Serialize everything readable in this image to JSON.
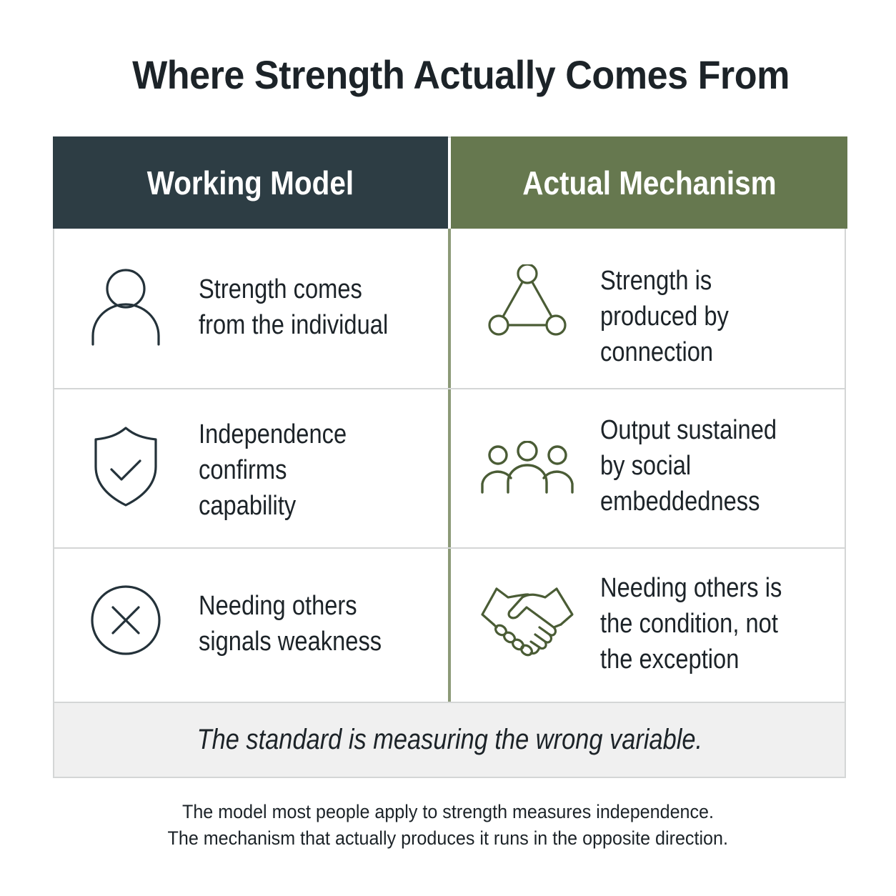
{
  "title": "Where Strength Actually Comes From",
  "colors": {
    "left_header": "#2d3d44",
    "right_header": "#66784f",
    "left_icon": "#24323a",
    "right_icon": "#4a5c35",
    "divider": "#8c9a78",
    "footer_band": "#f0f0f0"
  },
  "columns": {
    "left": {
      "header": "Working Model"
    },
    "right": {
      "header": "Actual Mechanism"
    }
  },
  "rows": [
    {
      "left": {
        "icon": "person-icon",
        "text": "Strength comes\nfrom the individual"
      },
      "right": {
        "icon": "network-triangle-icon",
        "text": "Strength is\nproduced by\nconnection"
      }
    },
    {
      "left": {
        "icon": "shield-check-icon",
        "text": "Independence\nconfirms\ncapability"
      },
      "right": {
        "icon": "group-people-icon",
        "text": "Output sustained\nby social\nembeddedness"
      }
    },
    {
      "left": {
        "icon": "circle-x-icon",
        "text": "Needing others\nsignals weakness"
      },
      "right": {
        "icon": "handshake-icon",
        "text": "Needing others is\nthe condition, not\nthe exception"
      }
    }
  ],
  "conclusion": "The standard is measuring the wrong variable.",
  "caption": {
    "line1": "The model most people apply to strength measures independence.",
    "line2": "The mechanism that actually produces it runs in the opposite direction."
  }
}
